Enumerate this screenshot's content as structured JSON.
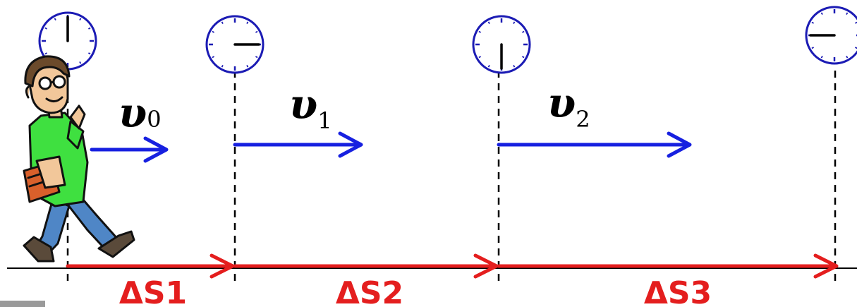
{
  "colors": {
    "clock": "#1b1bb4",
    "velocity": "#1720e0",
    "displacement": "#e41e1e",
    "axis": "#000000",
    "shirt": "#3fe040",
    "trousers": "#4f86c6",
    "skin": "#f2c79a",
    "book": "#d9602b"
  },
  "clocks": [
    {
      "name": "clock-1",
      "hand_angle_deg": 0
    },
    {
      "name": "clock-2",
      "hand_angle_deg": 90
    },
    {
      "name": "clock-3",
      "hand_angle_deg": 180
    },
    {
      "name": "clock-4",
      "hand_angle_deg": 270
    }
  ],
  "velocities": [
    {
      "symbol": "υ",
      "subscript": "0"
    },
    {
      "symbol": "υ",
      "subscript": "1"
    },
    {
      "symbol": "υ",
      "subscript": "2"
    }
  ],
  "displacements": [
    {
      "label": "ΔS1"
    },
    {
      "label": "ΔS2"
    },
    {
      "label": "ΔS3"
    }
  ],
  "figure_icon": "walking-man-icon"
}
